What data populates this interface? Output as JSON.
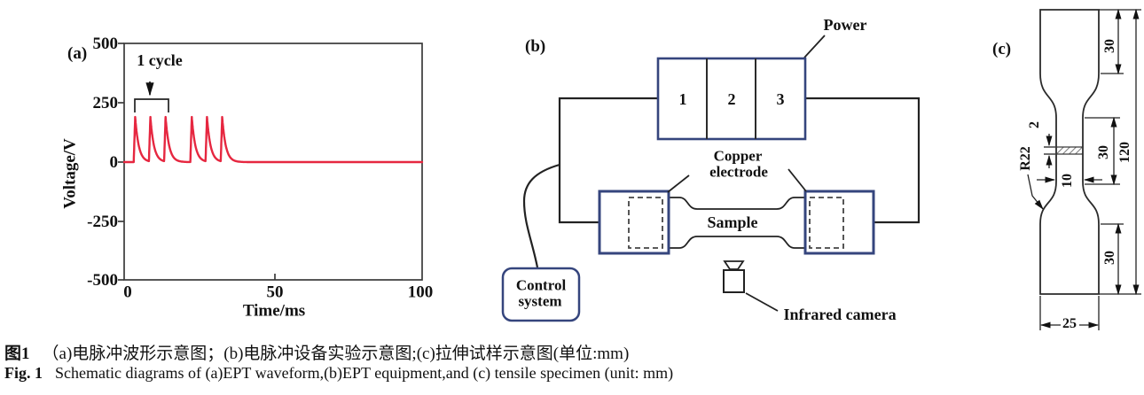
{
  "panels": {
    "a": "(a)",
    "b": "(b)",
    "c": "(c)"
  },
  "colors": {
    "waveform_red": "#e62740",
    "navy_border": "#35457d",
    "line_dark": "#222222"
  },
  "chart_data": {
    "type": "line",
    "title": "",
    "xlabel": "Time/ms",
    "ylabel": "Voltage/V",
    "xlim": [
      0,
      100
    ],
    "ylim": [
      -500,
      500
    ],
    "x_ticks": [
      "0",
      "50",
      "100"
    ],
    "y_ticks": [
      "500",
      "250",
      "0",
      "-250",
      "-500"
    ],
    "grid": "off",
    "annotation": "1 cycle",
    "annotation_note": "bracket over first three pulses with down arrow",
    "series": [
      {
        "name": "EPT voltage waveform",
        "color": "#e62740",
        "baseline_v": 0,
        "pulse_peak_v": 190,
        "pulse_start_times_ms": [
          3.2,
          8.3,
          13.4,
          22.2,
          27.3,
          32.4
        ],
        "pulse_rise_ms": 0.5,
        "pulse_decay_tau_ms": 1.2,
        "note": "six sharp pulses in two groups of three, flat 0 V baseline afterwards to 100 ms"
      }
    ]
  },
  "panel_b": {
    "power_label": "Power",
    "power_cells": [
      "1",
      "2",
      "3"
    ],
    "copper_electrode_line1": "Copper",
    "copper_electrode_line2": "electrode",
    "sample_label": "Sample",
    "control_line1": "Control",
    "control_line2": "system",
    "infrared_camera_label": "Infrared camera"
  },
  "panel_c": {
    "dim_top": "30",
    "dim_middle": "30",
    "dim_bottom": "30",
    "dim_total": "120",
    "dim_gauge_width": "10",
    "dim_mark_width": "2",
    "dim_radius": "R22",
    "dim_grip_width": "25"
  },
  "caption": {
    "zh_label": "图1",
    "zh_text": "（a)电脉冲波形示意图；(b)电脉冲设备实验示意图;(c)拉伸试样示意图(单位:mm)",
    "en_label": "Fig. 1",
    "en_text": "Schematic diagrams of (a)EPT waveform,(b)EPT equipment,and (c) tensile specimen (unit: mm)"
  }
}
